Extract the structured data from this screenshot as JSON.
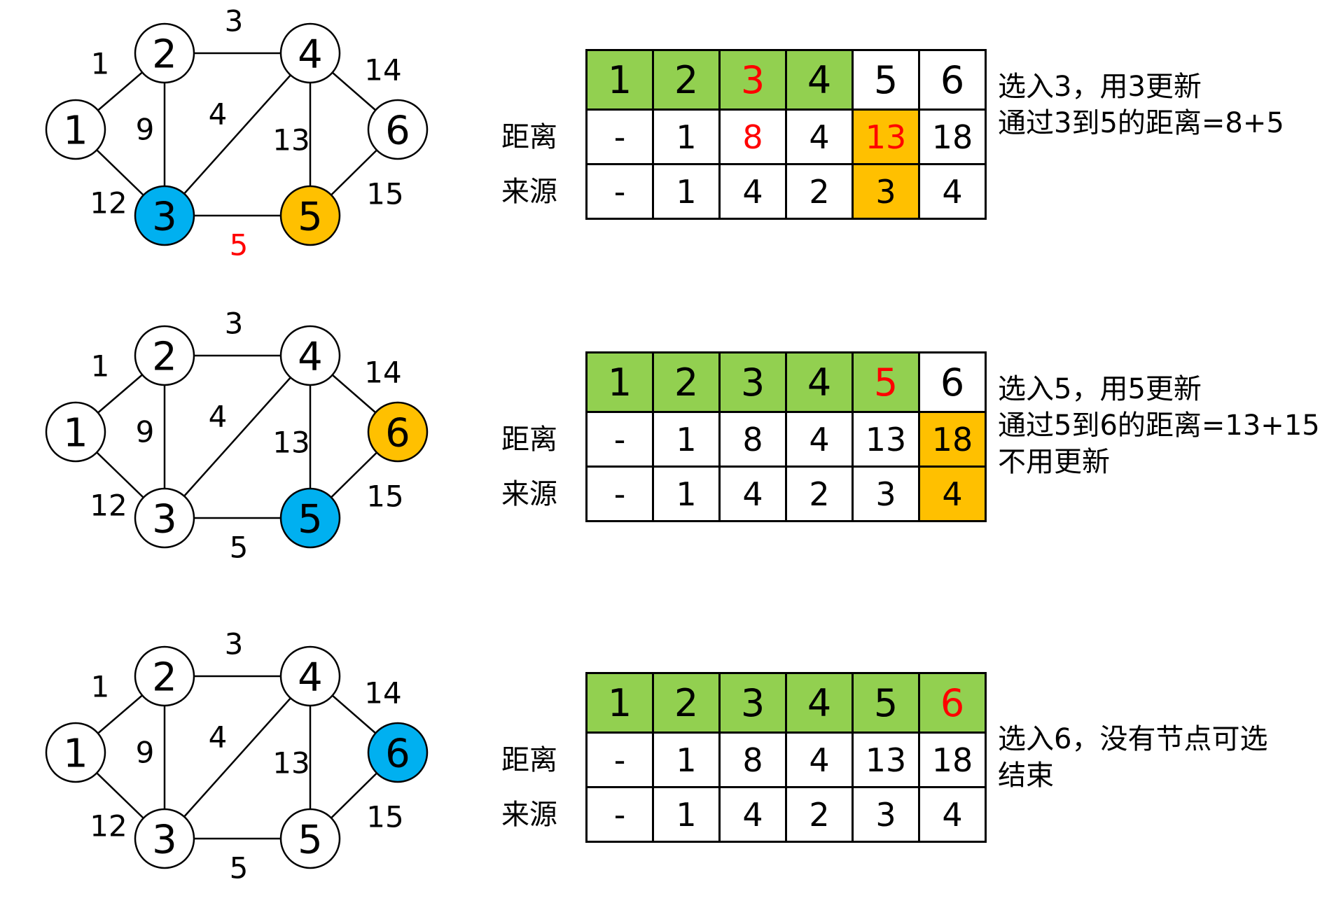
{
  "row_labels": {
    "distance": "距离",
    "source": "来源"
  },
  "colors": {
    "green": "#92d050",
    "orange": "#ffc000",
    "blue": "#00b0f0",
    "red": "#ff0000"
  },
  "panels": [
    {
      "graph": {
        "nodes": [
          "1",
          "2",
          "3",
          "4",
          "5",
          "6"
        ],
        "node_fill": {
          "3": "blue",
          "5": "orange"
        },
        "edge_labels": {
          "e12": "1",
          "e13": "12",
          "e23": "9",
          "e24": "3",
          "e34": "4",
          "e35": "5",
          "e45": "13",
          "e46": "14",
          "e56": "15"
        },
        "highlight_edge": "e35"
      },
      "table": {
        "header": [
          "1",
          "2",
          "3",
          "4",
          "5",
          "6"
        ],
        "header_fill": [
          "green",
          "green",
          "green",
          "green",
          "white",
          "white"
        ],
        "header_red": [
          2
        ],
        "distance": [
          "-",
          "1",
          "8",
          "4",
          "13",
          "18"
        ],
        "distance_red": [
          2,
          4
        ],
        "source": [
          "-",
          "1",
          "4",
          "2",
          "3",
          "4"
        ],
        "orange_col": 4
      },
      "notes": [
        "选入3，用3更新",
        "通过3到5的距离=8+5"
      ]
    },
    {
      "graph": {
        "nodes": [
          "1",
          "2",
          "3",
          "4",
          "5",
          "6"
        ],
        "node_fill": {
          "5": "blue",
          "6": "orange"
        },
        "edge_labels": {
          "e12": "1",
          "e13": "12",
          "e23": "9",
          "e24": "3",
          "e34": "4",
          "e35": "5",
          "e45": "13",
          "e46": "14",
          "e56": "15"
        },
        "highlight_edge": ""
      },
      "table": {
        "header": [
          "1",
          "2",
          "3",
          "4",
          "5",
          "6"
        ],
        "header_fill": [
          "green",
          "green",
          "green",
          "green",
          "green",
          "white"
        ],
        "header_red": [
          4
        ],
        "distance": [
          "-",
          "1",
          "8",
          "4",
          "13",
          "18"
        ],
        "distance_red": [],
        "source": [
          "-",
          "1",
          "4",
          "2",
          "3",
          "4"
        ],
        "orange_col": 5
      },
      "notes": [
        "选入5，用5更新",
        "通过5到6的距离=13+15",
        "不用更新"
      ]
    },
    {
      "graph": {
        "nodes": [
          "1",
          "2",
          "3",
          "4",
          "5",
          "6"
        ],
        "node_fill": {
          "6": "blue"
        },
        "edge_labels": {
          "e12": "1",
          "e13": "12",
          "e23": "9",
          "e24": "3",
          "e34": "4",
          "e35": "5",
          "e45": "13",
          "e46": "14",
          "e56": "15"
        },
        "highlight_edge": ""
      },
      "table": {
        "header": [
          "1",
          "2",
          "3",
          "4",
          "5",
          "6"
        ],
        "header_fill": [
          "green",
          "green",
          "green",
          "green",
          "green",
          "green"
        ],
        "header_red": [
          5
        ],
        "distance": [
          "-",
          "1",
          "8",
          "4",
          "13",
          "18"
        ],
        "distance_red": [],
        "source": [
          "-",
          "1",
          "4",
          "2",
          "3",
          "4"
        ],
        "orange_col": -1
      },
      "notes": [
        "选入6，没有节点可选",
        "结束"
      ]
    }
  ]
}
